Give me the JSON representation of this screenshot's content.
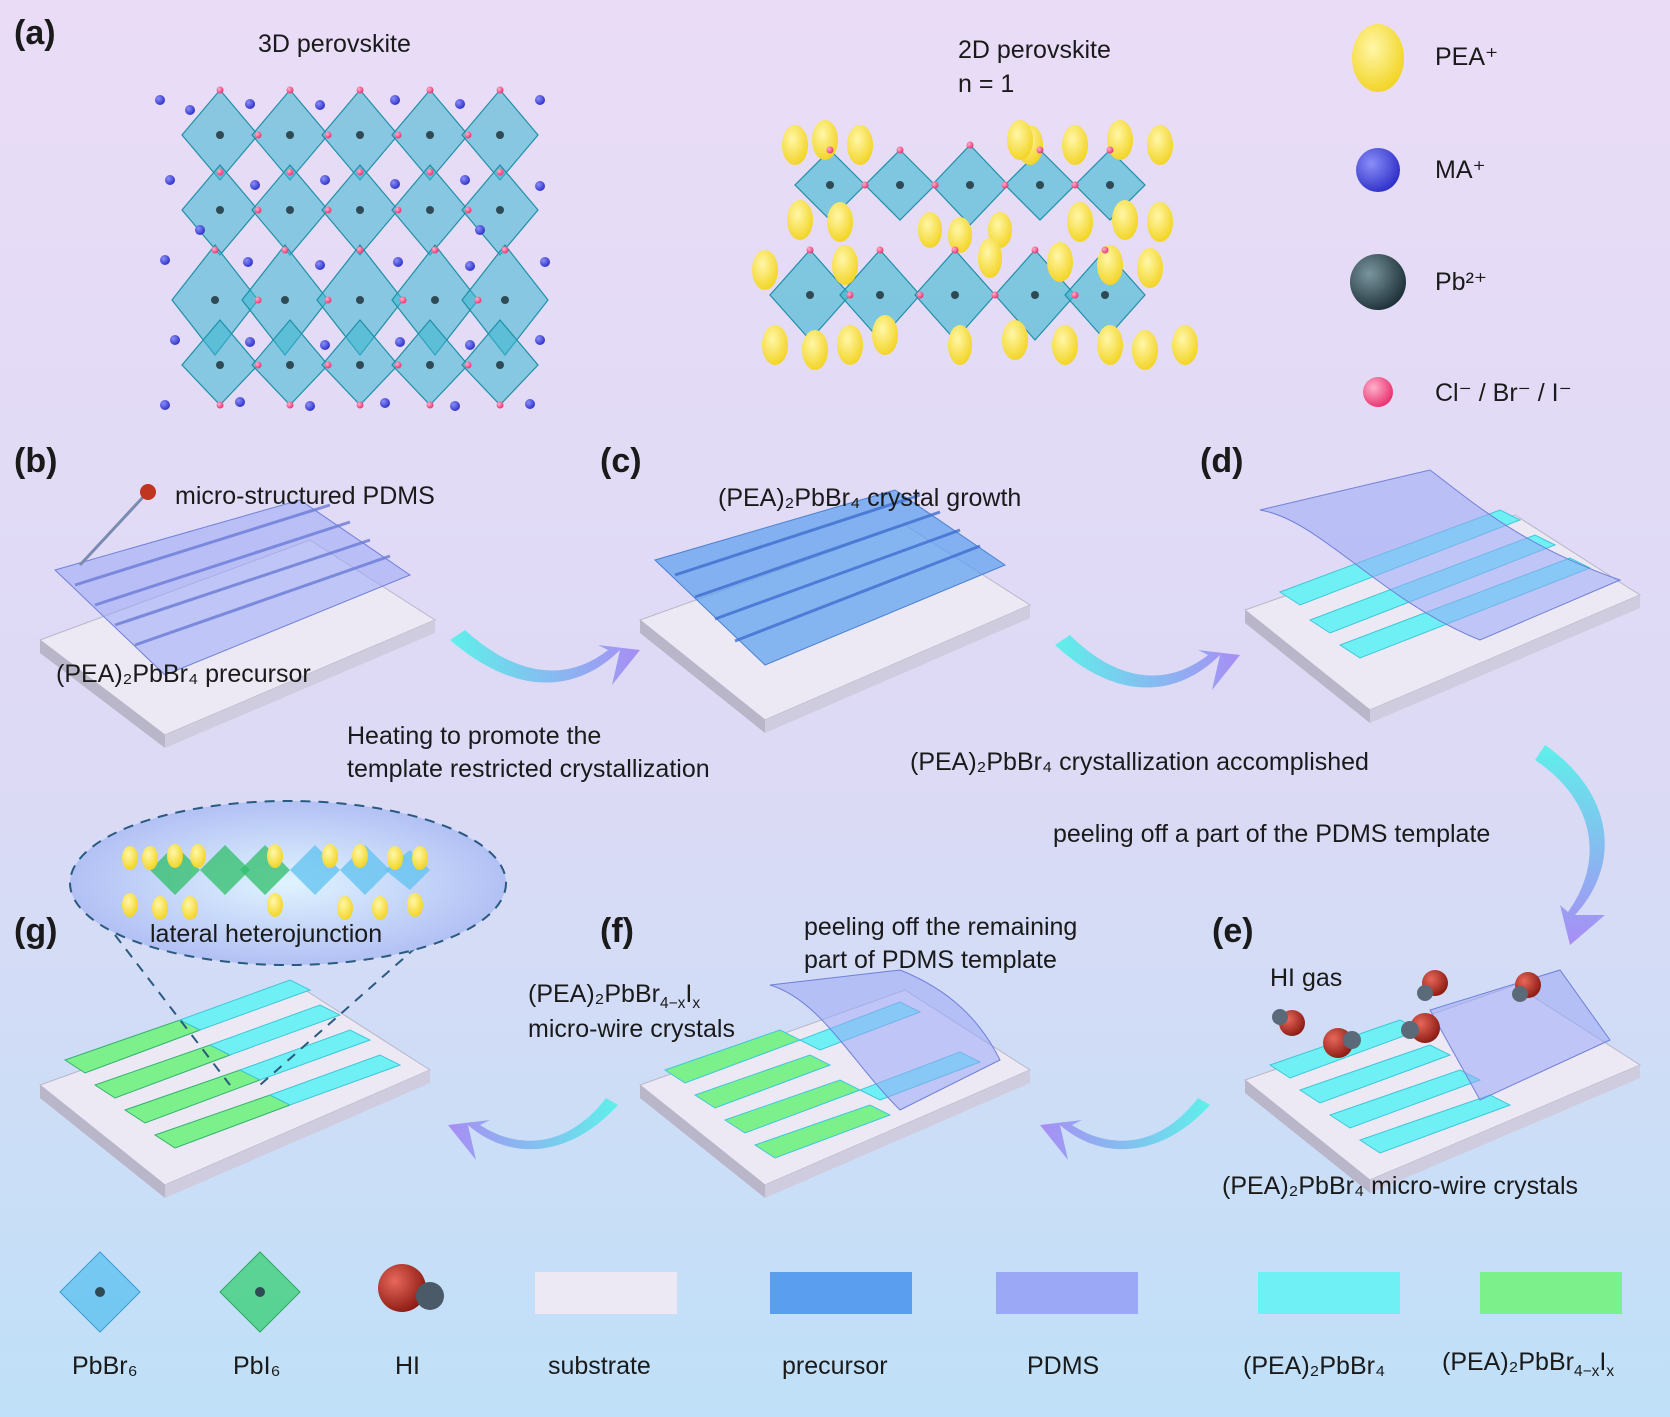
{
  "panels": {
    "a": "(a)",
    "b": "(b)",
    "c": "(c)",
    "d": "(d)",
    "e": "(e)",
    "f": "(f)",
    "g": "(g)"
  },
  "panel_a": {
    "title_3d": "3D perovskite",
    "title_2d_line1": "2D perovskite",
    "title_2d_line2": "n = 1",
    "ion_legend": [
      {
        "label": "PEA⁺",
        "color": "#f7e24a",
        "icon": "ellipsoid-icon"
      },
      {
        "label": "MA⁺",
        "color": "#4a4ee0",
        "icon": "sphere-icon"
      },
      {
        "label": "Pb²⁺",
        "color": "#2f4a55",
        "icon": "sphere-icon"
      },
      {
        "label": "Cl⁻ / Br⁻ / I⁻",
        "color": "#f0508a",
        "icon": "sphere-icon"
      }
    ]
  },
  "captions": {
    "b_top": "micro-structured PDMS",
    "b_bottom": "(PEA)₂PbBr₄ precursor",
    "heating_line1": "Heating to promote the",
    "heating_line2": "template restricted crystallization",
    "c_top": "(PEA)₂PbBr₄  crystal growth",
    "d_bottom": "(PEA)₂PbBr₄  crystallization accomplished",
    "peel_part": "peeling off a part of the PDMS template",
    "hi_gas": "HI gas",
    "e_bottom": "(PEA)₂PbBr₄  micro-wire crystals",
    "f_peel_line1": "peeling off the remaining",
    "f_peel_line2": "part of PDMS template",
    "f_product_prefix": "(PEA)₂PbBr",
    "f_product_sub": "4−x",
    "f_product_mid": "I",
    "f_product_sub2": "x",
    "f_product_line2": "micro-wire crystals",
    "g_inset": "lateral heterojunction"
  },
  "legend": [
    {
      "label": "PbBr₆",
      "color": "#5fc2f0",
      "icon": "octahedron-icon"
    },
    {
      "label": "PbI₆",
      "color": "#3fcf7a",
      "icon": "octahedron-icon"
    },
    {
      "label": "HI",
      "color": "#a02a20",
      "icon": "molecule-icon"
    },
    {
      "label": "substrate",
      "color": "#ece9f5"
    },
    {
      "label": "precursor",
      "color": "#5a9ef0"
    },
    {
      "label": "PDMS",
      "color": "#9aa8f5"
    },
    {
      "label": "(PEA)₂PbBr₄",
      "color": "#6ff0f5"
    },
    {
      "label_prefix": "(PEA)₂PbBr",
      "label_sub": "4−x",
      "label_mid": "I",
      "label_sub2": "x",
      "color": "#7cf08a"
    }
  ]
}
